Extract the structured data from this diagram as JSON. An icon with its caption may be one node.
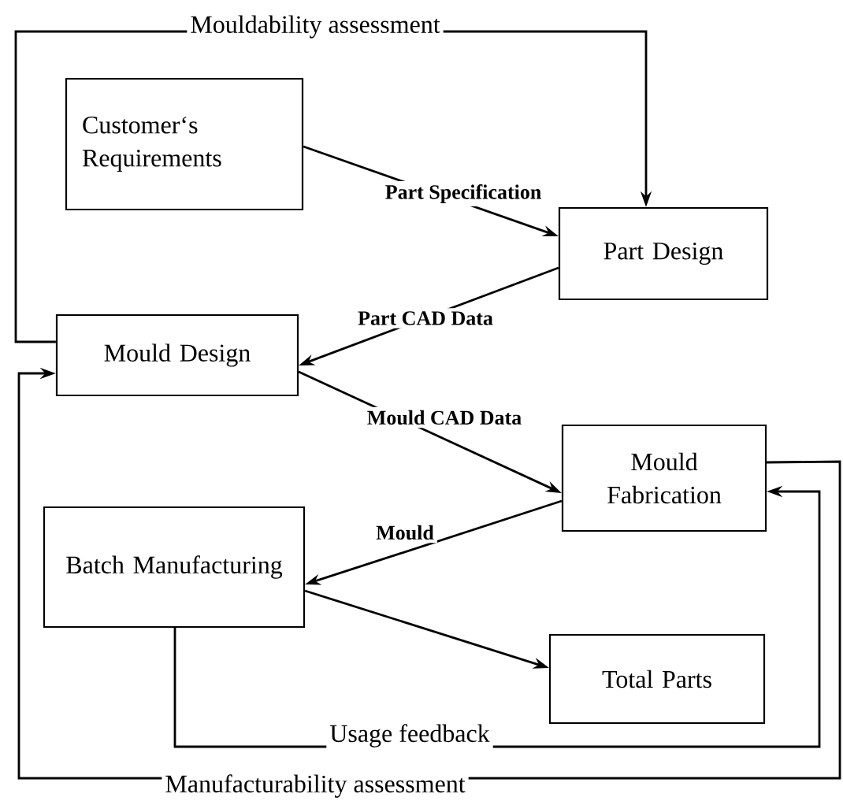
{
  "diagram": {
    "nodes": [
      {
        "text": [
          "Customer‘s Requirements"
        ]
      },
      {
        "text": [
          "Part Design"
        ]
      },
      {
        "text": [
          "Mould Design"
        ]
      },
      {
        "text": [
          "Mould Fabrication"
        ]
      },
      {
        "text": [
          "Batch Manufacturing"
        ]
      },
      {
        "text": [
          "Total Parts"
        ]
      }
    ],
    "edges": [
      {
        "from": 0,
        "to": 1,
        "arrow": "to",
        "label": "Part Specification"
      },
      {
        "from": 1,
        "to": 2,
        "arrow": "to",
        "label": "Part CAD Data"
      },
      {
        "from": 2,
        "to": 3,
        "arrow": "to",
        "label": "Mould CAD Data"
      },
      {
        "from": 3,
        "to": 4,
        "arrow": "to",
        "label": "Mould"
      },
      {
        "from": 4,
        "to": 5,
        "arrow": "to"
      },
      {
        "from": 2,
        "to": 1,
        "arrow": "to",
        "label": "Mouldability assessment"
      },
      {
        "from": 4,
        "to": 3,
        "arrow": "to",
        "label": "Usage feedback"
      },
      {
        "from": 3,
        "to": 2,
        "arrow": "to",
        "label": "Manufacturability assessment"
      }
    ]
  }
}
